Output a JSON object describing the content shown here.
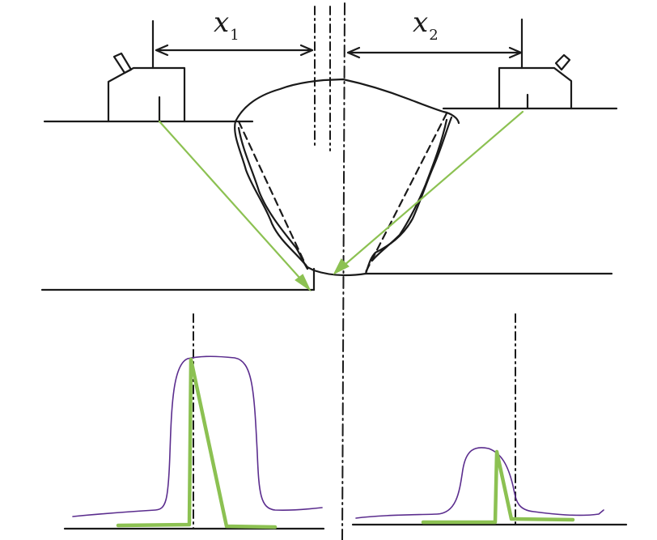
{
  "labels": {
    "x1": {
      "main": "x",
      "sub": "1"
    },
    "x2": {
      "main": "x",
      "sub": "2"
    }
  },
  "colors": {
    "structure": "#1a1a1a",
    "beam": "#8cc152",
    "signal_envelope": "#5b2d8e",
    "signal_gate": "#8cc152"
  }
}
